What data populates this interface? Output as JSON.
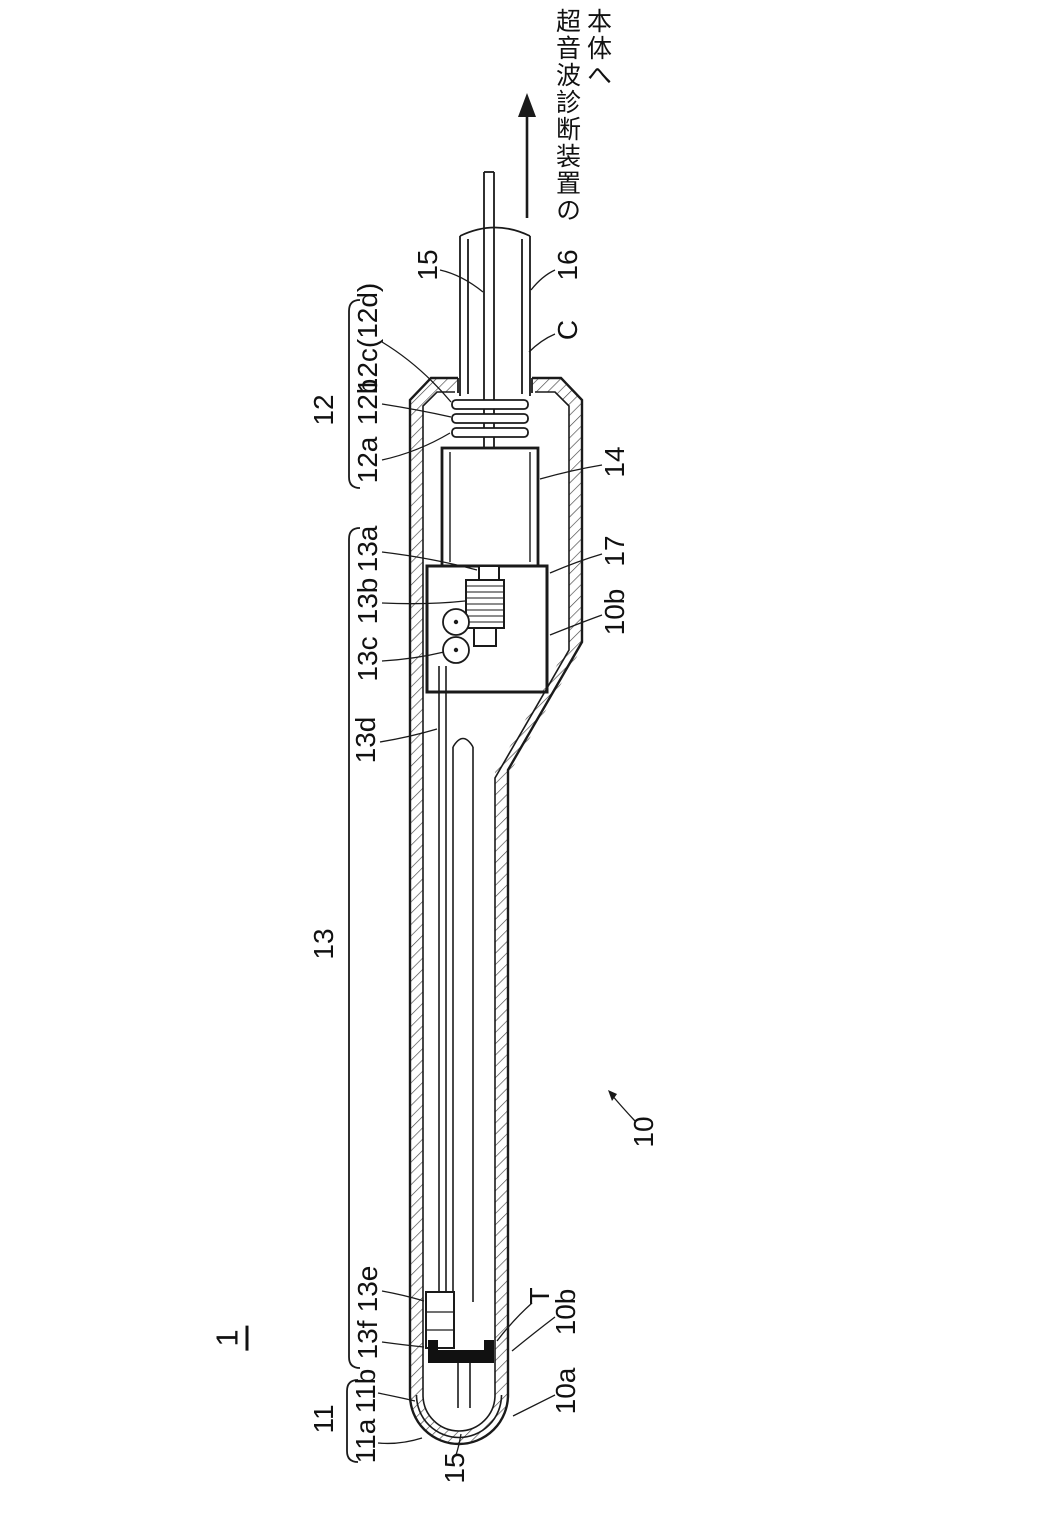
{
  "figure": {
    "number": "1",
    "overall_ref": "10",
    "type": "patent-line-drawing",
    "subject": "ultrasound probe longitudinal section"
  },
  "annotation": {
    "line1": "超音波診断装置の",
    "line2": "本体へ"
  },
  "labels": [
    {
      "text": "15"
    },
    {
      "text": "16"
    },
    {
      "text": "C"
    },
    {
      "text": "12c(12d)"
    },
    {
      "text": "12b"
    },
    {
      "text": "12a"
    },
    {
      "text": "12"
    },
    {
      "text": "14"
    },
    {
      "text": "13a"
    },
    {
      "text": "13b"
    },
    {
      "text": "17"
    },
    {
      "text": "13c"
    },
    {
      "text": "10b"
    },
    {
      "text": "13d"
    },
    {
      "text": "13"
    },
    {
      "text": "10"
    },
    {
      "text": "13e"
    },
    {
      "text": "13f"
    },
    {
      "text": "T"
    },
    {
      "text": "10b"
    },
    {
      "text": "11b"
    },
    {
      "text": "11a"
    },
    {
      "text": "11"
    },
    {
      "text": "10a"
    },
    {
      "text": "15"
    }
  ],
  "colors": {
    "line": "#1a1a1a",
    "background": "#ffffff",
    "transducer_fill": "#111111"
  }
}
